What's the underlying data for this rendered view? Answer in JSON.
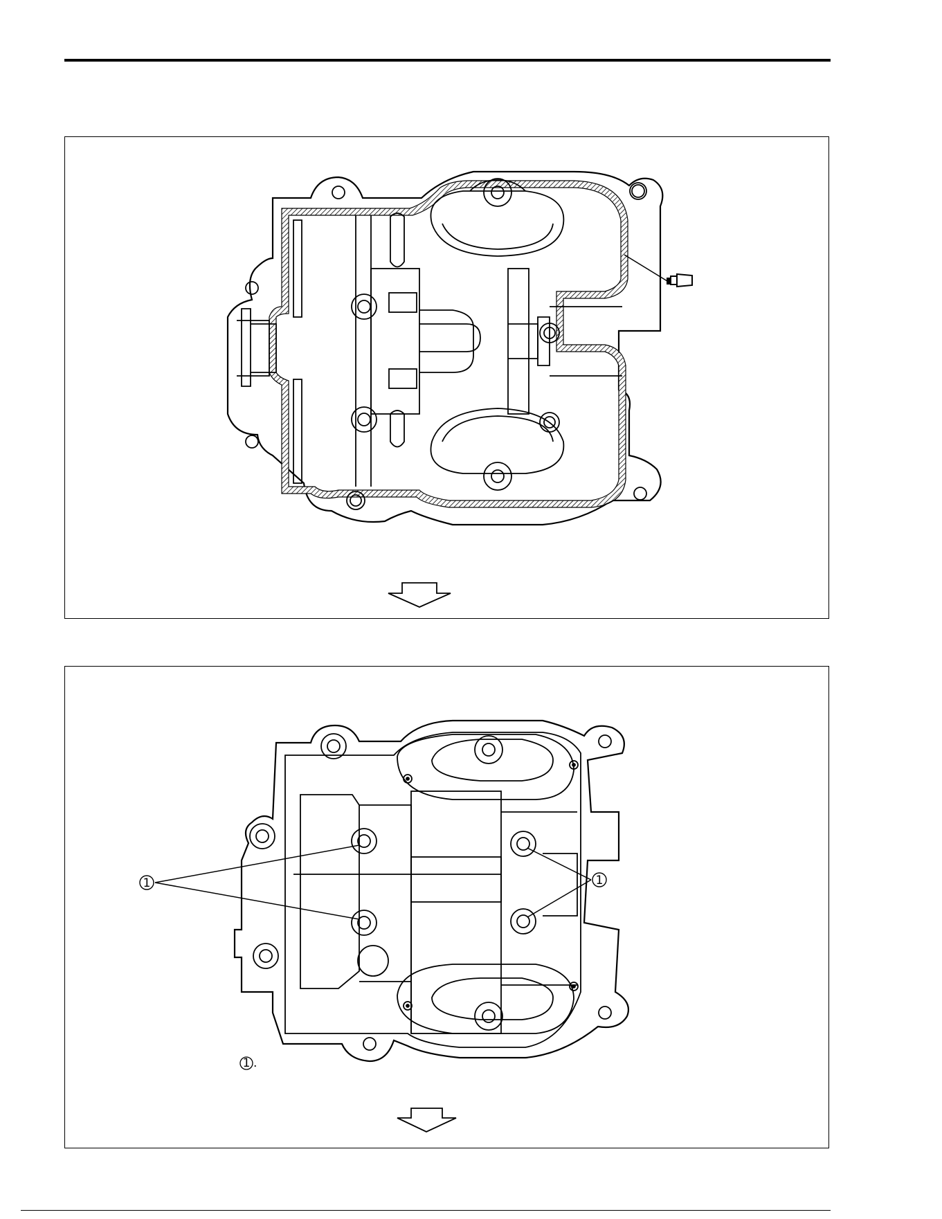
{
  "figure_1": {
    "callout": ""
  },
  "figure_2": {
    "callouts": {
      "left": "1",
      "right": "1"
    },
    "legend": {
      "marker": "1",
      "suffix": "."
    }
  }
}
